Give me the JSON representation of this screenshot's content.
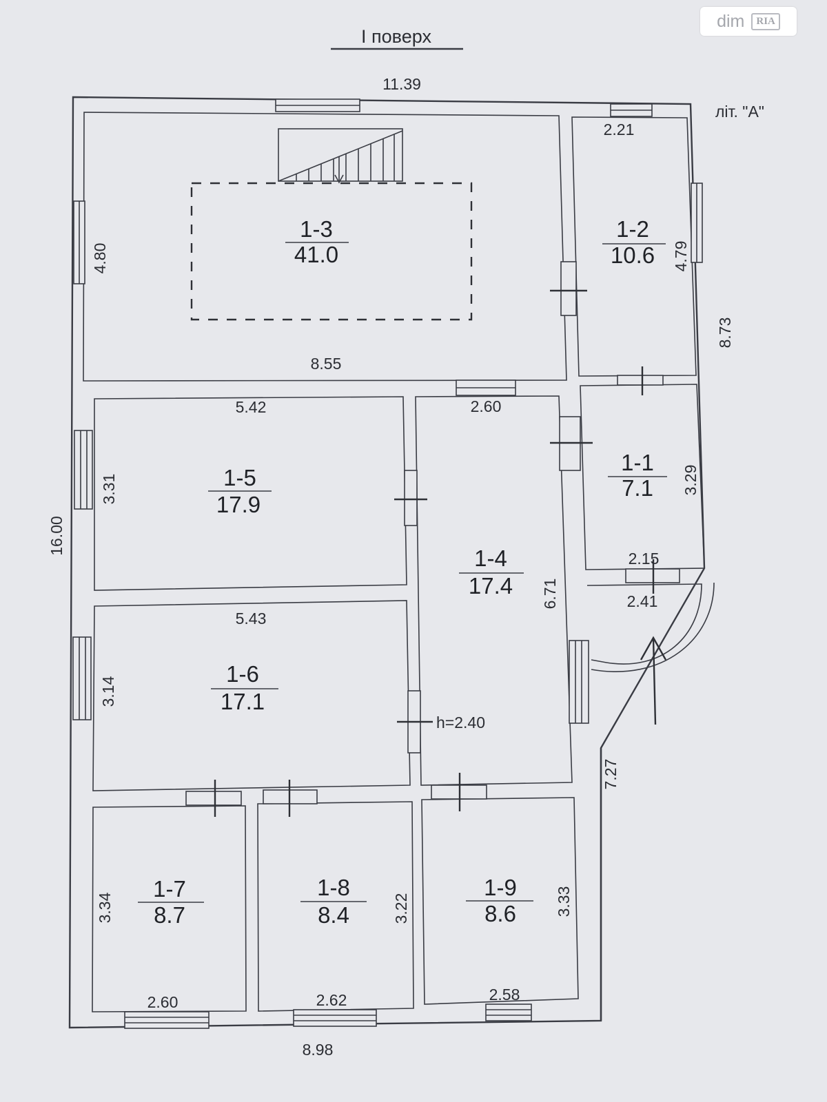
{
  "title": "I поверх",
  "lit_label": "літ. \"А\"",
  "watermark": {
    "left": "dim",
    "right": "RIA"
  },
  "height_note": "h=2.40",
  "rooms": [
    {
      "id": "1-1",
      "area": "7.1"
    },
    {
      "id": "1-2",
      "area": "10.6"
    },
    {
      "id": "1-3",
      "area": "41.0"
    },
    {
      "id": "1-4",
      "area": "17.4"
    },
    {
      "id": "1-5",
      "area": "17.9"
    },
    {
      "id": "1-6",
      "area": "17.1"
    },
    {
      "id": "1-7",
      "area": "8.7"
    },
    {
      "id": "1-8",
      "area": "8.4"
    },
    {
      "id": "1-9",
      "area": "8.6"
    }
  ],
  "dimensions": {
    "overall_top": "11.39",
    "overall_left": "16.00",
    "overall_bottom": "8.98",
    "right_upper": "8.73",
    "right_lower": "7.27",
    "r3_height": "4.80",
    "r3_width": "8.55",
    "r2_width": "2.21",
    "r2_height": "4.79",
    "r5_width": "5.42",
    "r5_height": "3.31",
    "r4_width": "2.60",
    "r4_height": "6.71",
    "r1_height": "3.29",
    "r1_width": "2.15",
    "porch_width": "2.41",
    "r6_width": "5.43",
    "r6_height": "3.14",
    "r7_height": "3.34",
    "r7_width": "2.60",
    "r8_height": "3.22",
    "r8_width": "2.62",
    "r9_height": "3.33",
    "r9_width": "2.58"
  }
}
